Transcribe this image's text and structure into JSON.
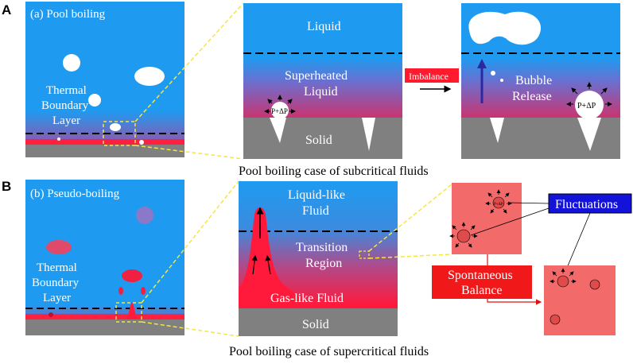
{
  "panel_a": {
    "letter": "A",
    "subtitle": "(a) Pool boiling",
    "boundary_label": [
      "Thermal",
      "Boundary",
      "Layer"
    ],
    "zoom_liquid": "Liquid",
    "zoom_superheated": [
      "Superheated",
      "Liquid"
    ],
    "zoom_pressure": "P+ΔP",
    "zoom_solid": "Solid",
    "imbalance_label": "Imbalance",
    "release_label": [
      "Bubble",
      "Release"
    ],
    "release_pressure": "P+ΔP",
    "caption": "Pool boiling case of subcritical fluids"
  },
  "panel_b": {
    "letter": "B",
    "subtitle": "(b) Pseudo-boiling",
    "boundary_label": [
      "Thermal",
      "Boundary",
      "Layer"
    ],
    "zoom_liquid_like": [
      "Liquid-like",
      "Fluid"
    ],
    "zoom_transition": [
      "Transition",
      "Region"
    ],
    "zoom_gas_like": "Gas-like Fluid",
    "zoom_solid": "Solid",
    "fluctuations_label": "Fluctuations",
    "spontaneous_label": [
      "Spontaneous",
      "Balance"
    ],
    "caption": "Pool boiling case of supercritical fluids"
  },
  "colors": {
    "liquid_blue": "#1e9bf0",
    "hot_red": "#ff1a3c",
    "solid_gray": "#808080",
    "callout_yellow": "#f5e642",
    "fluctuation_blue": "#1212d8",
    "balance_red": "#f01818",
    "pale_red_box": "#f26a6a"
  }
}
